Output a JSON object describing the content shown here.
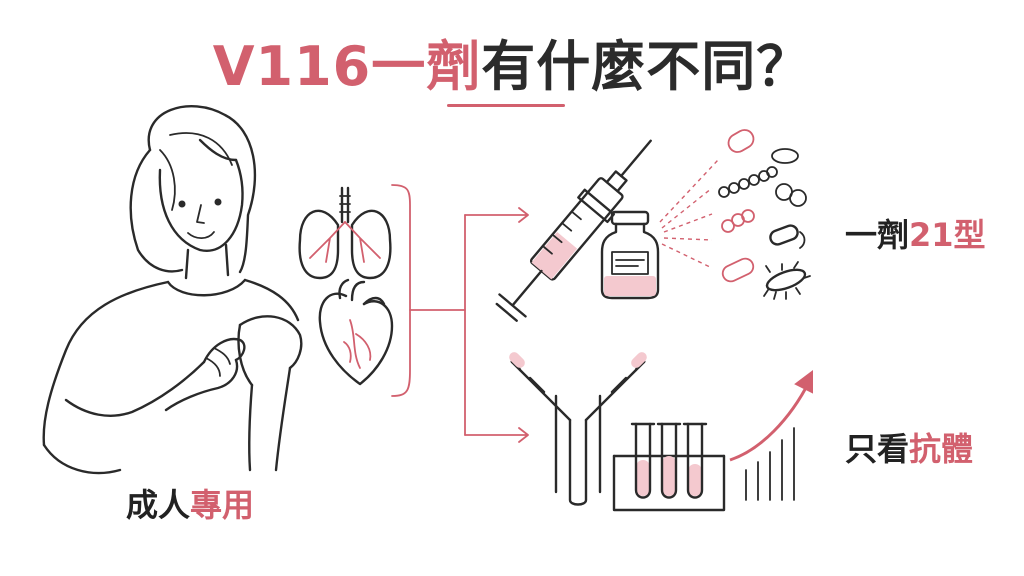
{
  "title": {
    "highlight": "V116一劑",
    "rest": "有什麼不同？"
  },
  "labels": {
    "single_dose_prefix": "一劑",
    "single_dose_highlight": "21型",
    "antibody_prefix": "只看",
    "antibody_highlight": "抗體",
    "adult_prefix": "成人",
    "adult_highlight": "專用"
  },
  "colors": {
    "accent": "#d2606e",
    "ink": "#2a2a2a",
    "accent_light": "#f4c9cf"
  },
  "icons": [
    "person-icon",
    "lungs-icon",
    "heart-icon",
    "syringe-icon",
    "vaccine-vial-icon",
    "bacteria-icon",
    "antibody-icon",
    "test-tubes-icon",
    "rising-bars-icon"
  ]
}
